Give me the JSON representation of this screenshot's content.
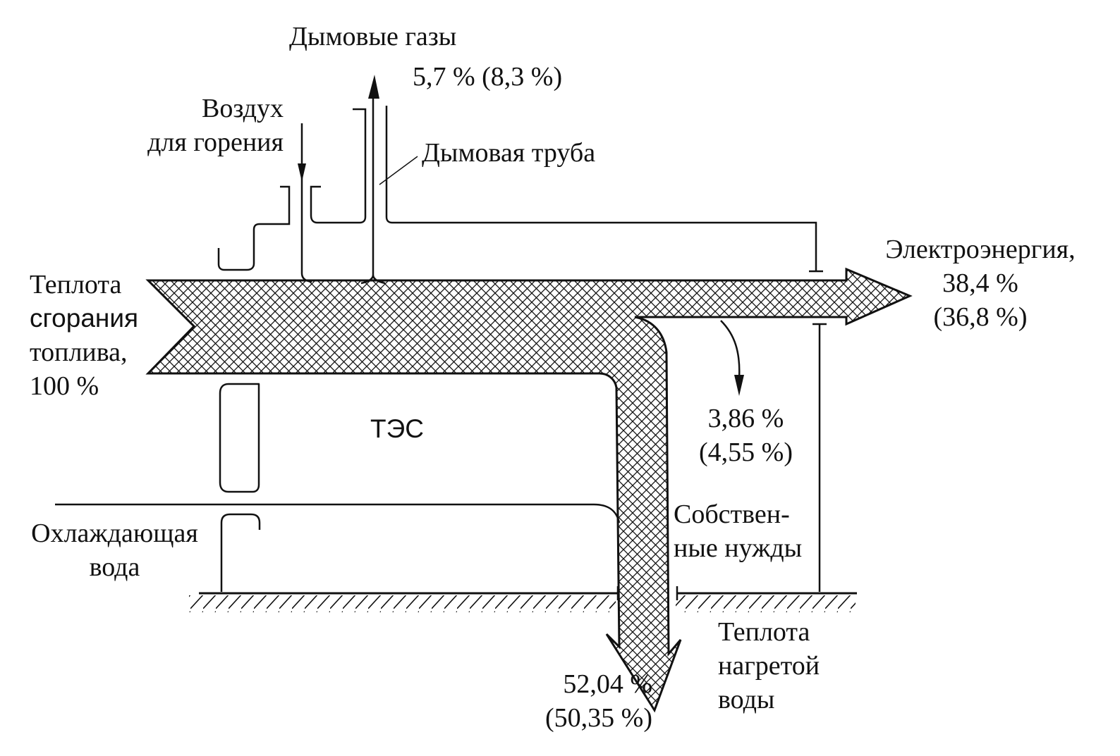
{
  "diagram": {
    "flue_gases": {
      "title": "Дымовые газы",
      "value": "5,7 % (8,3 %)"
    },
    "combustion_air": {
      "line1": "Воздух",
      "line2": "для горения"
    },
    "chimney": "Дымовая труба",
    "fuel_heat": {
      "line1": "Теплота",
      "line2": "сгорания",
      "line3": "топлива,",
      "line4": "100 %"
    },
    "electricity": {
      "line1": "Электроэнергия,",
      "line2": "38,4 %",
      "line3": "(36,8 %)"
    },
    "own_needs_value": {
      "line1": "3,86 %",
      "line2": "(4,55 %)"
    },
    "plant": "ТЭС",
    "own_needs": {
      "line1": "Собствен-",
      "line2": "ные нужды"
    },
    "cooling_water": {
      "line1": "Охлаждающая",
      "line2": "вода"
    },
    "heated_water": {
      "line1": "Теплота",
      "line2": "нагретой",
      "line3": "воды"
    },
    "heated_water_value": {
      "line1": "52,04 %",
      "line2": "(50,35 %)"
    },
    "colors": {
      "ink": "#111111",
      "background": "#ffffff"
    }
  }
}
